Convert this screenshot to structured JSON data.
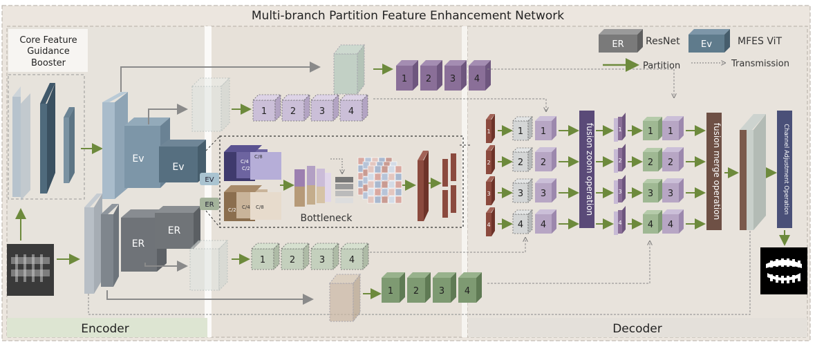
{
  "title": "Multi-branch Partition Feature Enhancement Network",
  "core_booster": {
    "line1": "Core Feature",
    "line2": "Guidance",
    "line3": "Booster"
  },
  "sections": {
    "encoder": "Encoder",
    "decoder": "Decoder"
  },
  "legend": {
    "er_block": "ER",
    "er_label": "ResNet",
    "ev_block": "Ev",
    "ev_label": "MFES ViT",
    "partition": "Partition",
    "transmission": "Transmission"
  },
  "blocks": {
    "ev": "Ev",
    "er": "ER",
    "ev_tag": "EV",
    "er_tag": "ER"
  },
  "channel_labels": {
    "c2": "C/2",
    "c4": "C/4",
    "c8": "C/8"
  },
  "bottleneck": "Bottleneck",
  "partition_nums": [
    "1",
    "2",
    "3",
    "4"
  ],
  "operations": {
    "fusion_zoom": "fusion zoom operation",
    "fusion_merge": "fusion merge operation",
    "channel_adjust": "Channel Adjustment Operation"
  },
  "colors": {
    "purple": "#8a6f98",
    "purple_light": "#b7a6c4",
    "green": "#7e9a72",
    "green_dark": "#5f7e55",
    "steel": "#5f7b8c",
    "steel_light": "#9db3c4",
    "gray_dark": "#6b6b6b",
    "gray_light": "#b6bcc2",
    "brick": "#8b4a3e",
    "tan": "#b09a80",
    "arrow_green": "#6d8a3c",
    "op_purple": "#5a4a78",
    "op_brown": "#6e5045"
  }
}
